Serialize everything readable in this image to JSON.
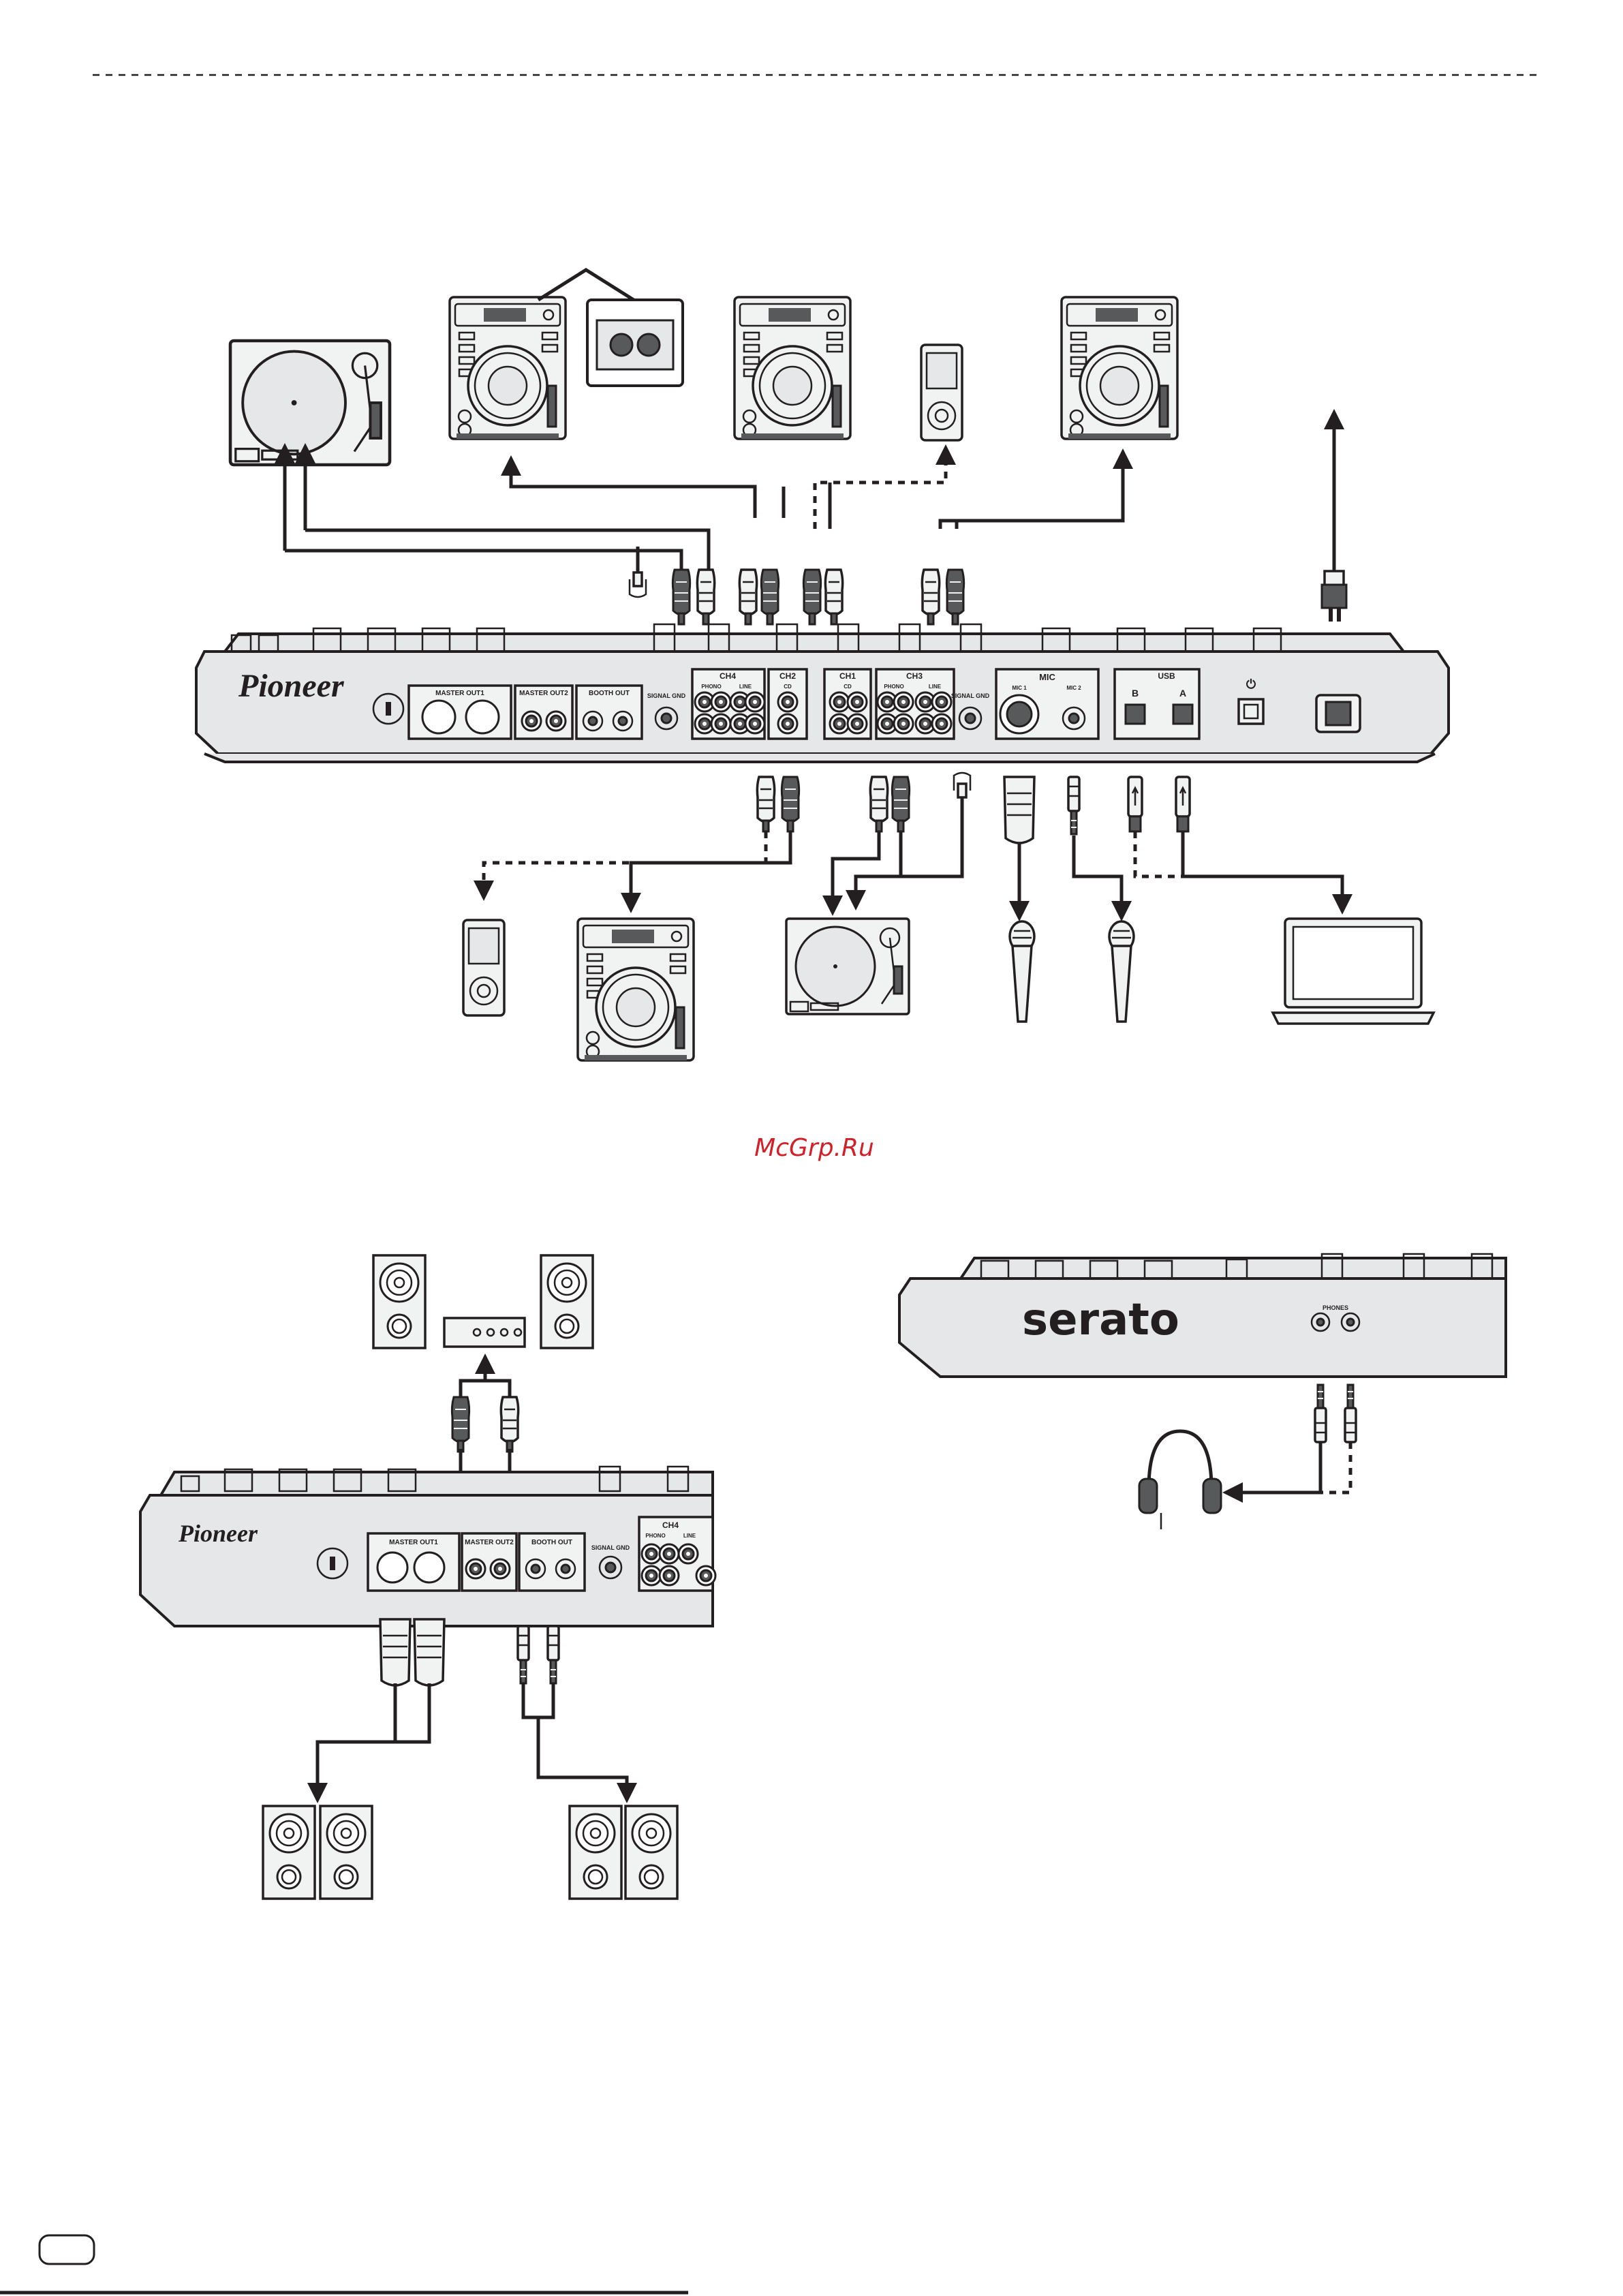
{
  "brand": "Pioneer",
  "serato_brand": "serato",
  "watermark": "McGrp.Ru",
  "page_tab": "",
  "rear_panel": {
    "master_out1": "MASTER OUT1",
    "master_out2": "MASTER OUT2",
    "booth_out": "BOOTH OUT",
    "signal_gnd": "SIGNAL GND",
    "ch4": "CH4",
    "ch2": "CH2",
    "ch1": "CH1",
    "ch3": "CH3",
    "phono": "PHONO",
    "line": "LINE",
    "cd": "CD",
    "mic": "MIC",
    "mic1": "MIC 1",
    "mic2": "MIC 2",
    "usb": "USB",
    "usb_b": "B",
    "usb_a": "A",
    "power_symbol": "⏻"
  },
  "front_panel": {
    "phones": "PHONES"
  },
  "colors": {
    "line": "#231f20",
    "panel": "#e6e7e8",
    "device": "#f1f2f2",
    "watermark": "#d12027"
  },
  "icons": [
    "turntable-icon",
    "cdj-player-icon",
    "portable-player-icon",
    "microphone-icon",
    "laptop-icon",
    "speaker-icon",
    "amplifier-icon",
    "headphones-icon",
    "power-plug-icon"
  ]
}
